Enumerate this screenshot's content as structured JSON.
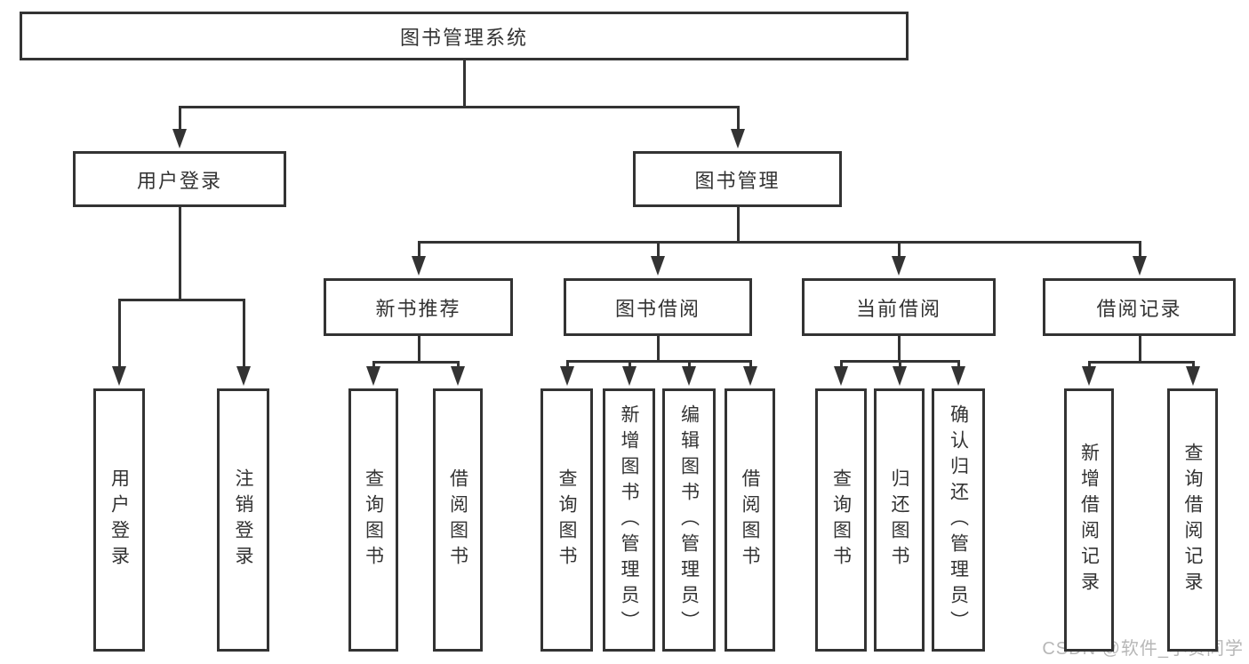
{
  "diagram": {
    "watermark": "CSDN @软件_小贺同学",
    "colors": {
      "line": "#333333",
      "text": "#333333",
      "background": "#ffffff",
      "watermark": "#b0b0b0"
    },
    "nodes": [
      {
        "id": "root",
        "label": "图书管理系统",
        "orientation": "horizontal",
        "level": 1
      },
      {
        "id": "user-login",
        "label": "用户登录",
        "orientation": "horizontal",
        "level": 2
      },
      {
        "id": "book-mgmt",
        "label": "图书管理",
        "orientation": "horizontal",
        "level": 2
      },
      {
        "id": "new-book-rec",
        "label": "新书推荐",
        "orientation": "horizontal",
        "level": 3
      },
      {
        "id": "book-borrow",
        "label": "图书借阅",
        "orientation": "horizontal",
        "level": 3
      },
      {
        "id": "current-borrow",
        "label": "当前借阅",
        "orientation": "horizontal",
        "level": 3
      },
      {
        "id": "borrow-record",
        "label": "借阅记录",
        "orientation": "horizontal",
        "level": 3
      },
      {
        "id": "leaf-user-login",
        "label": "用户登录",
        "orientation": "vertical",
        "level": 4
      },
      {
        "id": "leaf-logout",
        "label": "注销登录",
        "orientation": "vertical",
        "level": 4
      },
      {
        "id": "leaf-query-book-1",
        "label": "查询图书",
        "orientation": "vertical",
        "level": 4
      },
      {
        "id": "leaf-borrow-book-1",
        "label": "借阅图书",
        "orientation": "vertical",
        "level": 4
      },
      {
        "id": "leaf-query-book-2",
        "label": "查询图书",
        "orientation": "vertical",
        "level": 4
      },
      {
        "id": "leaf-add-book",
        "label": "新增图书（管理员）",
        "orientation": "vertical",
        "level": 4
      },
      {
        "id": "leaf-edit-book",
        "label": "编辑图书（管理员）",
        "orientation": "vertical",
        "level": 4
      },
      {
        "id": "leaf-borrow-book-2",
        "label": "借阅图书",
        "orientation": "vertical",
        "level": 4
      },
      {
        "id": "leaf-query-book-3",
        "label": "查询图书",
        "orientation": "vertical",
        "level": 4
      },
      {
        "id": "leaf-return-book",
        "label": "归还图书",
        "orientation": "vertical",
        "level": 4
      },
      {
        "id": "leaf-confirm-return",
        "label": "确认归还（管理员）",
        "orientation": "vertical",
        "level": 4
      },
      {
        "id": "leaf-add-record",
        "label": "新增借阅记录",
        "orientation": "vertical",
        "level": 4
      },
      {
        "id": "leaf-query-record",
        "label": "查询借阅记录",
        "orientation": "vertical",
        "level": 4
      }
    ],
    "edges": [
      {
        "from": "root",
        "to": [
          "user-login",
          "book-mgmt"
        ]
      },
      {
        "from": "user-login",
        "to": [
          "leaf-user-login",
          "leaf-logout"
        ]
      },
      {
        "from": "book-mgmt",
        "to": [
          "new-book-rec",
          "book-borrow",
          "current-borrow",
          "borrow-record"
        ]
      },
      {
        "from": "new-book-rec",
        "to": [
          "leaf-query-book-1",
          "leaf-borrow-book-1"
        ]
      },
      {
        "from": "book-borrow",
        "to": [
          "leaf-query-book-2",
          "leaf-add-book",
          "leaf-edit-book",
          "leaf-borrow-book-2"
        ]
      },
      {
        "from": "current-borrow",
        "to": [
          "leaf-query-book-3",
          "leaf-return-book",
          "leaf-confirm-return"
        ]
      },
      {
        "from": "borrow-record",
        "to": [
          "leaf-add-record",
          "leaf-query-record"
        ]
      }
    ]
  }
}
